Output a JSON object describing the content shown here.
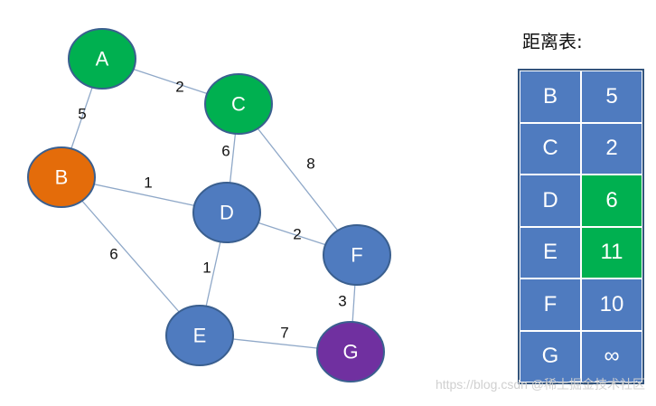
{
  "diagram": {
    "nodes": [
      {
        "id": "A",
        "label": "A",
        "fill": "#00b050"
      },
      {
        "id": "B",
        "label": "B",
        "fill": "#e46c0a"
      },
      {
        "id": "C",
        "label": "C",
        "fill": "#00b050"
      },
      {
        "id": "D",
        "label": "D",
        "fill": "#4f7bbf"
      },
      {
        "id": "E",
        "label": "E",
        "fill": "#4f7bbf"
      },
      {
        "id": "F",
        "label": "F",
        "fill": "#4f7bbf"
      },
      {
        "id": "G",
        "label": "G",
        "fill": "#7030a0"
      }
    ],
    "edges": [
      {
        "from": "A",
        "to": "C",
        "weight": "2"
      },
      {
        "from": "A",
        "to": "B",
        "weight": "5"
      },
      {
        "from": "C",
        "to": "D",
        "weight": "6"
      },
      {
        "from": "C",
        "to": "F",
        "weight": "8"
      },
      {
        "from": "B",
        "to": "D",
        "weight": "1"
      },
      {
        "from": "B",
        "to": "E",
        "weight": "6"
      },
      {
        "from": "D",
        "to": "F",
        "weight": "2"
      },
      {
        "from": "D",
        "to": "E",
        "weight": "1"
      },
      {
        "from": "F",
        "to": "G",
        "weight": "3"
      },
      {
        "from": "E",
        "to": "G",
        "weight": "7"
      }
    ]
  },
  "distance_table": {
    "title": "距离表:",
    "rows": [
      {
        "node": "B",
        "distance": "5",
        "highlighted": false
      },
      {
        "node": "C",
        "distance": "2",
        "highlighted": false
      },
      {
        "node": "D",
        "distance": "6",
        "highlighted": true
      },
      {
        "node": "E",
        "distance": "11",
        "highlighted": true
      },
      {
        "node": "F",
        "distance": "10",
        "highlighted": false
      },
      {
        "node": "G",
        "distance": "∞",
        "highlighted": false
      }
    ]
  },
  "watermark": "https://blog.csdn @稀土掘金技术社区",
  "colors": {
    "node_border": "#3a5f8f",
    "edge": "#8fa8c8",
    "cell": "#4f7bbf",
    "cell_highlight": "#00b050"
  }
}
